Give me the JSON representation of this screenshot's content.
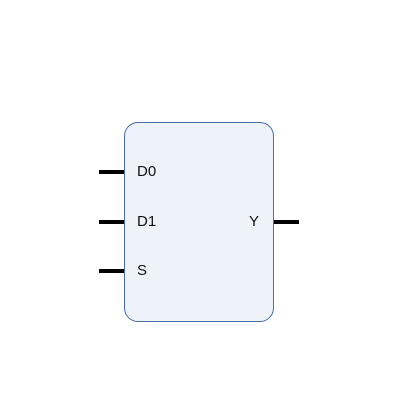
{
  "block": {
    "fill_color": "#eef3fa",
    "border_color": "#4a6ca8"
  },
  "inputs": [
    {
      "label": "D0"
    },
    {
      "label": "D1"
    },
    {
      "label": "S"
    }
  ],
  "outputs": [
    {
      "label": "Y"
    }
  ]
}
